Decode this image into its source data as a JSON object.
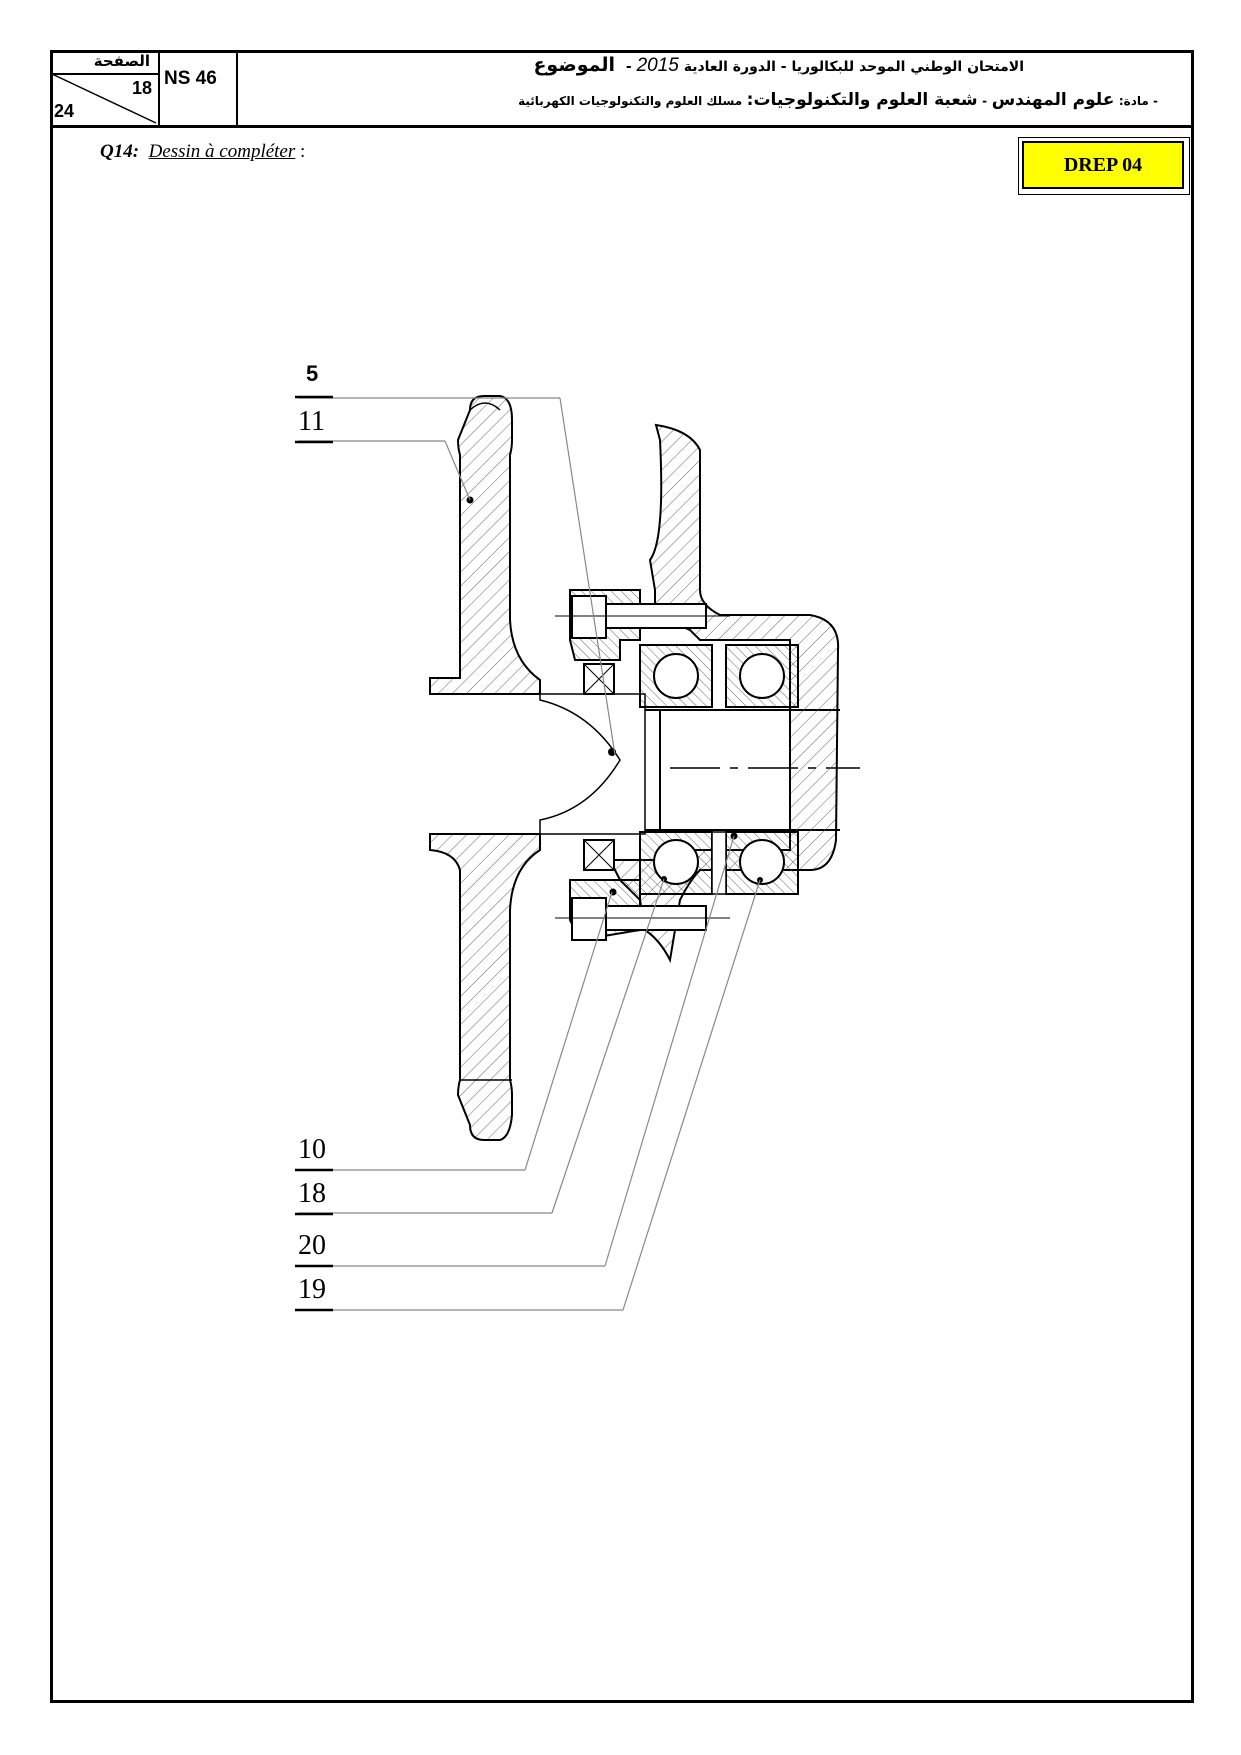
{
  "header": {
    "page_word": "الصفحة",
    "page_current": "18",
    "page_total": "24",
    "exam_code": "NS 46",
    "line1_exam": "الامتحان الوطني الموحد للبكالوريا - الدورة العادية",
    "line1_year": "2015",
    "line1_sep": "-",
    "line1_topic": "الموضوع",
    "line2_prefix": "- مادة:",
    "line2_subject": "علوم المهندس",
    "line2_sep": "-",
    "line2_branch": "شعبة العلوم والتكنولوجيات:",
    "line2_track": "مسلك العلوم والتكنولوجيات الكهربائية"
  },
  "question": {
    "number": "Q14:",
    "text": "Dessin à compléter",
    "suffix": " :"
  },
  "badge": {
    "label": "DREP 04",
    "color": "#ffff00"
  },
  "drawing": {
    "references": [
      "5",
      "11",
      "10",
      "18",
      "20",
      "19"
    ]
  }
}
